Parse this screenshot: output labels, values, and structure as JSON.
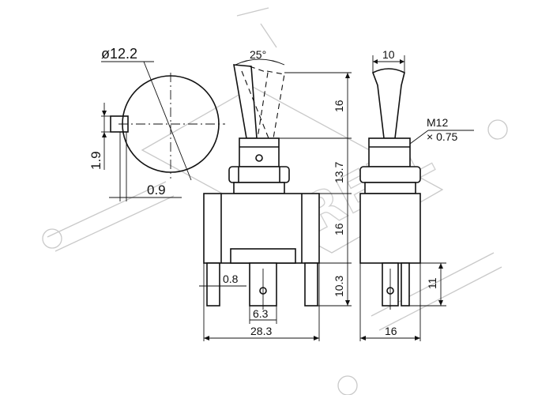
{
  "dimensions": {
    "diameter": "ø12.2",
    "pin_offset": "1.9",
    "pin_width": "0.9",
    "angle": "25°",
    "lever_height": "16",
    "bushing_height": "13.7",
    "body_height": "16",
    "terminal_height": "10.3",
    "terminal_thickness": "0.8",
    "terminal_width": "6.3",
    "total_width": "28.3",
    "lever_width": "10",
    "thread_size": "M12",
    "thread_pitch": "× 0.75",
    "side_terminal_height": "11",
    "side_width": "16"
  },
  "watermark": {
    "text": "KRELL"
  },
  "colors": {
    "line": "#111111",
    "watermark": "#c9c9c9",
    "background": "#ffffff"
  }
}
